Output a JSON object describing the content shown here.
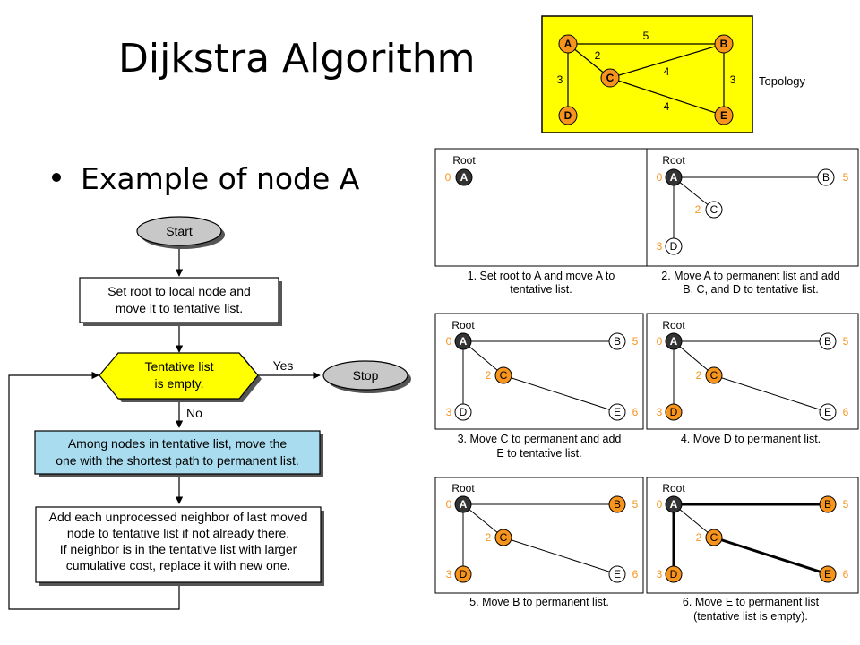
{
  "slide": {
    "title": "Dijkstra Algorithm",
    "bullet": "Example of node A"
  },
  "topology": {
    "label": "Topology",
    "nodes": [
      "A",
      "B",
      "C",
      "D",
      "E"
    ],
    "edges": [
      {
        "from": "A",
        "to": "B",
        "cost": "5"
      },
      {
        "from": "A",
        "to": "C",
        "cost": "2"
      },
      {
        "from": "A",
        "to": "D",
        "cost": "3"
      },
      {
        "from": "C",
        "to": "B",
        "cost": "4"
      },
      {
        "from": "C",
        "to": "E",
        "cost": "4"
      },
      {
        "from": "B",
        "to": "E",
        "cost": "3"
      }
    ],
    "colors": {
      "background": "#ffff00",
      "node": "#f7941d"
    }
  },
  "flowchart": {
    "start": "Start",
    "step1": [
      "Set root to local node and",
      "move it to tentative list."
    ],
    "decision": [
      "Tentative list",
      "is empty."
    ],
    "yes": "Yes",
    "no": "No",
    "stop": "Stop",
    "step2": [
      "Among nodes in tentative list, move the",
      "one with the shortest path to permanent list."
    ],
    "step3": [
      "Add each unprocessed neighbor of last moved",
      "node to tentative list if not already there.",
      "If neighbor is in the tentative list with larger",
      "cumulative cost, replace it with new one."
    ],
    "colors": {
      "decision": "#ffff00",
      "process_highlight": "#a9dcee",
      "terminal": "#c8c8c8"
    }
  },
  "panels": {
    "root_label": "Root",
    "node_colors": {
      "root": "#333333",
      "permanent": "#f7941d",
      "tentative": "#ffffff"
    },
    "steps": [
      {
        "caption": [
          "1. Set root to A and move A to",
          "tentative list."
        ],
        "nodes": [
          {
            "id": "A",
            "cost": "0",
            "state": "root"
          }
        ]
      },
      {
        "caption": [
          "2. Move A to permanent list and add",
          "B, C, and D to tentative list."
        ],
        "nodes": [
          {
            "id": "A",
            "cost": "0",
            "state": "root"
          },
          {
            "id": "B",
            "cost": "5",
            "state": "tentative"
          },
          {
            "id": "C",
            "cost": "2",
            "state": "tentative"
          },
          {
            "id": "D",
            "cost": "3",
            "state": "tentative"
          }
        ]
      },
      {
        "caption": [
          "3. Move C to permanent and add",
          "E to tentative list."
        ],
        "nodes": [
          {
            "id": "A",
            "cost": "0",
            "state": "root"
          },
          {
            "id": "B",
            "cost": "5",
            "state": "tentative"
          },
          {
            "id": "C",
            "cost": "2",
            "state": "permanent"
          },
          {
            "id": "D",
            "cost": "3",
            "state": "tentative"
          },
          {
            "id": "E",
            "cost": "6",
            "state": "tentative"
          }
        ]
      },
      {
        "caption": [
          "4. Move D to permanent list."
        ],
        "nodes": [
          {
            "id": "A",
            "cost": "0",
            "state": "root"
          },
          {
            "id": "B",
            "cost": "5",
            "state": "tentative"
          },
          {
            "id": "C",
            "cost": "2",
            "state": "permanent"
          },
          {
            "id": "D",
            "cost": "3",
            "state": "permanent"
          },
          {
            "id": "E",
            "cost": "6",
            "state": "tentative"
          }
        ]
      },
      {
        "caption": [
          "5. Move B to permanent list."
        ],
        "nodes": [
          {
            "id": "A",
            "cost": "0",
            "state": "root"
          },
          {
            "id": "B",
            "cost": "5",
            "state": "permanent"
          },
          {
            "id": "C",
            "cost": "2",
            "state": "permanent"
          },
          {
            "id": "D",
            "cost": "3",
            "state": "permanent"
          },
          {
            "id": "E",
            "cost": "6",
            "state": "tentative"
          }
        ]
      },
      {
        "caption": [
          "6. Move E to permanent list",
          "(tentative list is empty)."
        ],
        "nodes": [
          {
            "id": "A",
            "cost": "0",
            "state": "root"
          },
          {
            "id": "B",
            "cost": "5",
            "state": "permanent"
          },
          {
            "id": "C",
            "cost": "2",
            "state": "permanent"
          },
          {
            "id": "D",
            "cost": "3",
            "state": "permanent"
          },
          {
            "id": "E",
            "cost": "6",
            "state": "permanent"
          }
        ]
      }
    ]
  }
}
